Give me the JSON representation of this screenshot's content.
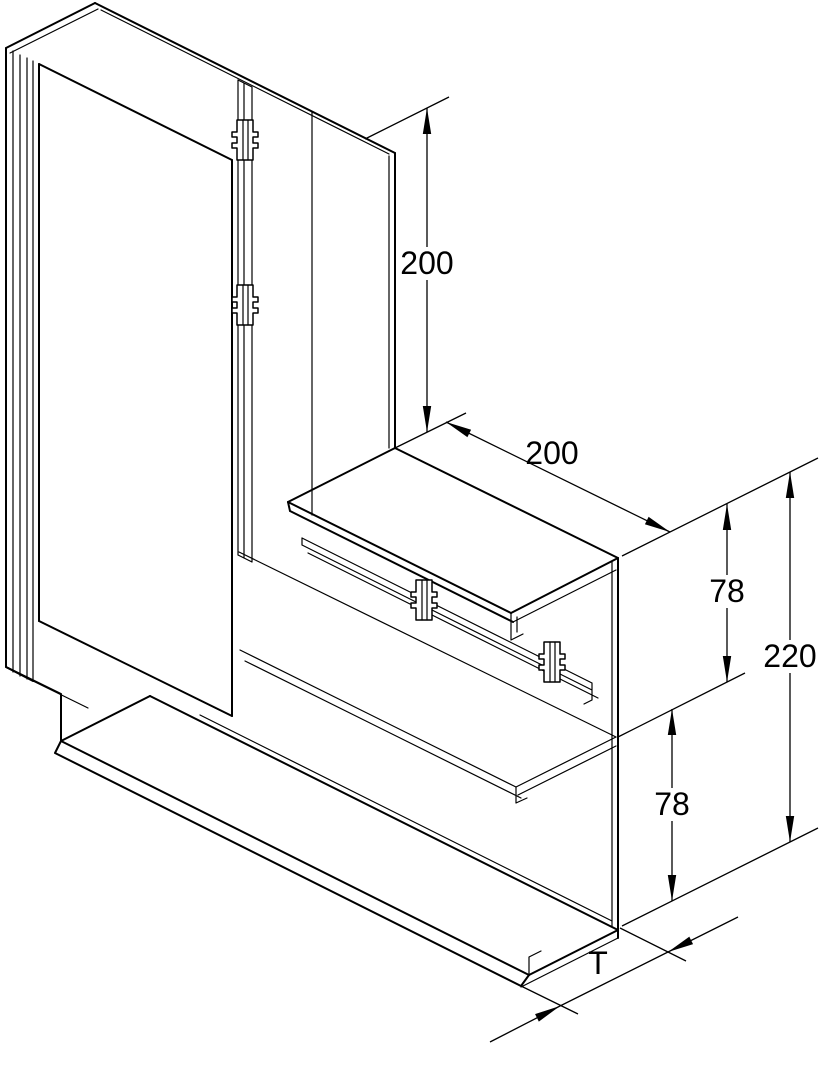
{
  "figure": {
    "kind": "isometric-technical-drawing",
    "subject": "corner piece of wall trunking duct with internal rails and cable clamps"
  },
  "dimensions": {
    "vertical_leg": "200",
    "horizontal_leg": "200",
    "compartment_top": "78",
    "overall_height": "220",
    "compartment_bottom": "78",
    "depth": "T"
  },
  "colors": {
    "line": "#000000",
    "background": "#ffffff"
  }
}
